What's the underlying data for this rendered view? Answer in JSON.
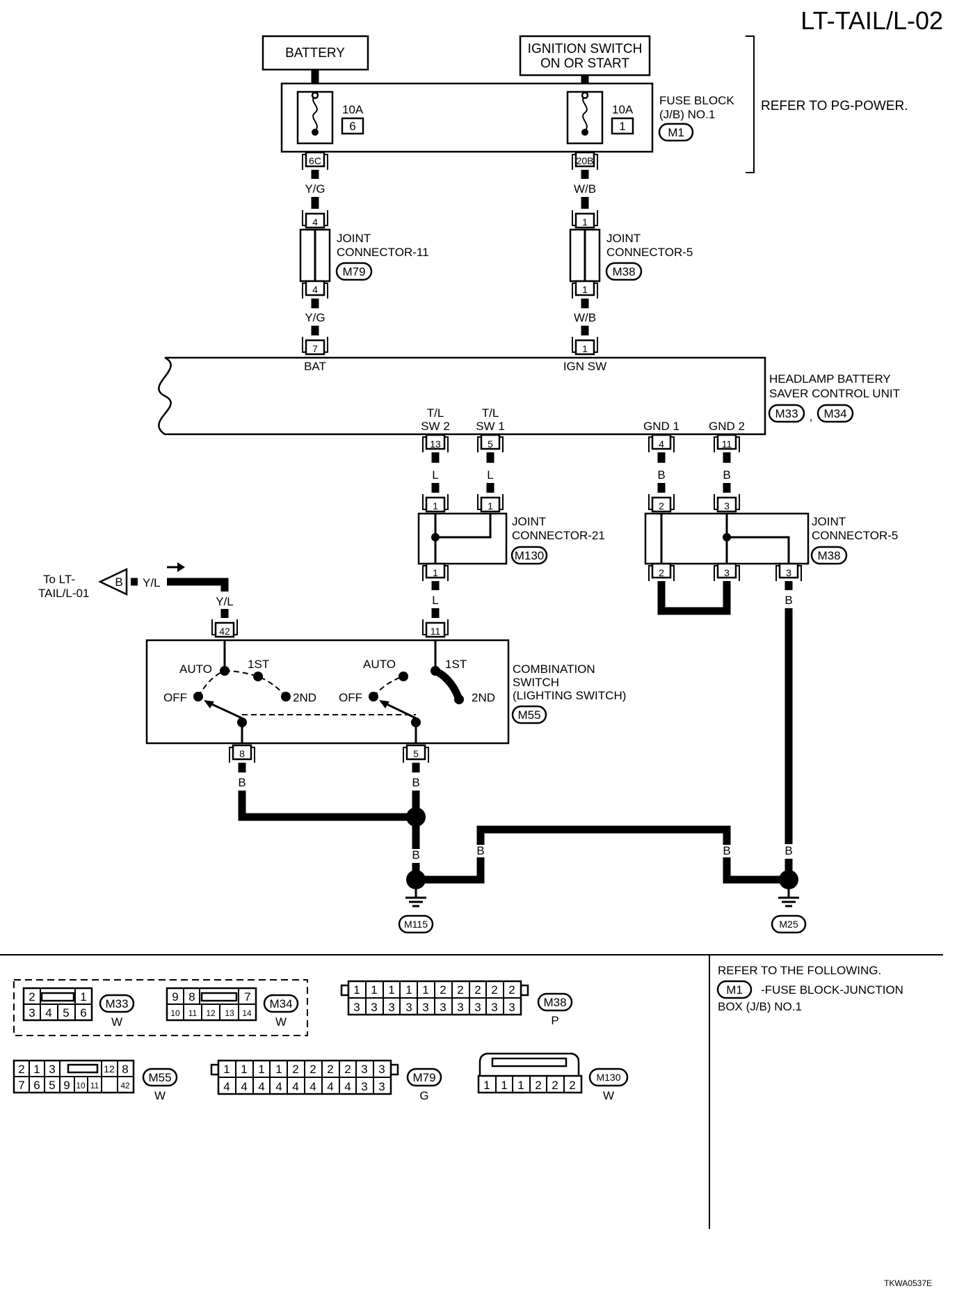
{
  "title": "LT-TAIL/L-02",
  "battery": "BATTERY",
  "ignition": [
    "IGNITION SWITCH",
    "ON OR START"
  ],
  "fuse_block": {
    "label": [
      "FUSE BLOCK",
      "(J/B) NO.1"
    ],
    "connector": "M1",
    "fuse_left": {
      "amp": "10A",
      "num": "6",
      "terminal": "6C"
    },
    "fuse_right": {
      "amp": "10A",
      "num": "1",
      "terminal": "20B"
    }
  },
  "refer_pg": "REFER TO PG-POWER.",
  "wires": {
    "yg": "Y/G",
    "wb": "W/B",
    "l": "L",
    "b": "B",
    "yl": "Y/L"
  },
  "jc11": {
    "label": [
      "JOINT",
      "CONNECTOR-11"
    ],
    "connector": "M79",
    "pin": "4"
  },
  "jc5_top": {
    "label": [
      "JOINT",
      "CONNECTOR-5"
    ],
    "connector": "M38",
    "pin": "1"
  },
  "control_unit": {
    "label": [
      "HEADLAMP BATTERY",
      "SAVER CONTROL UNIT"
    ],
    "connectors": [
      "M33",
      "M34"
    ],
    "sep": ",",
    "pins": {
      "bat": "7",
      "ign": "1",
      "sw2": "13",
      "sw1": "5",
      "gnd1": "4",
      "gnd2": "11"
    },
    "terms": {
      "bat": "BAT",
      "ign": "IGN SW",
      "sw2": [
        "T/L",
        "SW 2"
      ],
      "sw1": [
        "T/L",
        "SW 1"
      ],
      "gnd1": "GND 1",
      "gnd2": "GND 2"
    }
  },
  "jc21": {
    "label": [
      "JOINT",
      "CONNECTOR-21"
    ],
    "connector": "M130",
    "pin": "1"
  },
  "jc5_bottom": {
    "label": [
      "JOINT",
      "CONNECTOR-5"
    ],
    "connector": "M38",
    "pins": [
      "2",
      "3",
      "3"
    ]
  },
  "to_lt": {
    "text": [
      "To LT-",
      "TAIL/L-01"
    ],
    "marker": "B"
  },
  "combo": {
    "label": [
      "COMBINATION",
      "SWITCH",
      "(LIGHTING SWITCH)"
    ],
    "connector": "M55",
    "pins": {
      "p42": "42",
      "p11": "11",
      "p8": "8",
      "p5": "5"
    },
    "pos": {
      "auto": "AUTO",
      "first": "1ST",
      "off": "OFF",
      "second": "2ND"
    }
  },
  "grounds": [
    "M115",
    "M25"
  ],
  "refer_following": "REFER TO THE FOLLOWING.",
  "refer_item": {
    "connector": "M1",
    "text": [
      "-FUSE BLOCK-JUNCTION",
      "BOX (J/B) NO.1"
    ]
  },
  "conn_m33": {
    "name": "M33",
    "color": "W",
    "top": [
      "2",
      "1"
    ],
    "bottom": [
      "3",
      "4",
      "5",
      "6"
    ]
  },
  "conn_m34": {
    "name": "M34",
    "color": "W",
    "top": [
      "9",
      "8",
      "7"
    ],
    "bottom": [
      "10",
      "11",
      "12",
      "13",
      "14"
    ]
  },
  "conn_m38": {
    "name": "M38",
    "color": "P",
    "top": [
      "1",
      "1",
      "1",
      "1",
      "1",
      "2",
      "2",
      "2",
      "2",
      "2"
    ],
    "bottom": [
      "3",
      "3",
      "3",
      "3",
      "3",
      "3",
      "3",
      "3",
      "3",
      "3"
    ]
  },
  "conn_m55": {
    "name": "M55",
    "color": "W",
    "top": [
      "2",
      "1",
      "3",
      "12",
      "8"
    ],
    "bottom": [
      "7",
      "6",
      "5",
      "9",
      "10",
      "11",
      "42"
    ]
  },
  "conn_m79": {
    "name": "M79",
    "color": "G",
    "top": [
      "1",
      "1",
      "1",
      "1",
      "2",
      "2",
      "2",
      "2",
      "3",
      "3"
    ],
    "bottom": [
      "4",
      "4",
      "4",
      "4",
      "4",
      "4",
      "4",
      "4",
      "3",
      "3"
    ]
  },
  "conn_m130": {
    "name": "M130",
    "color": "W",
    "row": [
      "1",
      "1",
      "1",
      "2",
      "2",
      "2"
    ]
  },
  "figure_code": "TKWA0537E"
}
